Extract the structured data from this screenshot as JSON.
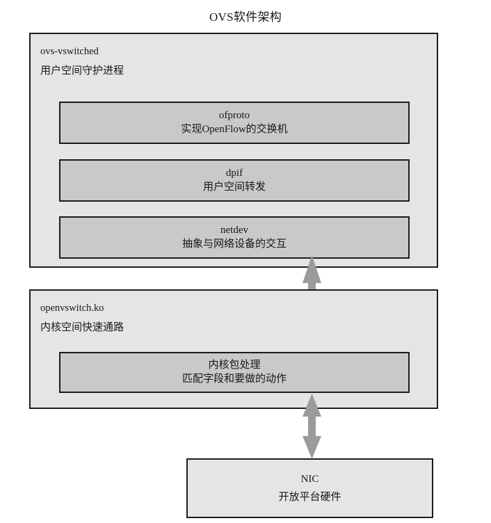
{
  "diagram": {
    "title": "OVS软件架构",
    "type": "layered-architecture",
    "background_color": "#ffffff",
    "layer_fill_color": "#e5e5e5",
    "module_fill_color": "#c9c9c9",
    "border_color": "#231a17",
    "arrow_color": "#9b9b9b"
  },
  "layers": [
    {
      "id": "userspace",
      "name_line1": "ovs-vswitched",
      "name_line2": "用户空间守护进程",
      "modules": [
        {
          "id": "ofproto",
          "title": "ofproto",
          "subtitle": "实现OpenFlow的交换机"
        },
        {
          "id": "dpif",
          "title": "dpif",
          "subtitle": "用户空间转发"
        },
        {
          "id": "netdev",
          "title": "netdev",
          "subtitle": "抽象与网络设备的交互"
        }
      ]
    },
    {
      "id": "kernelspace",
      "name_line1": "openvswitch.ko",
      "name_line2": "内核空间快速通路",
      "modules": [
        {
          "id": "kernel-packet-processing",
          "title": "内核包处理",
          "subtitle": "匹配字段和要做的动作"
        }
      ]
    }
  ],
  "hardware": {
    "id": "nic",
    "title": "NIC",
    "subtitle": "开放平台硬件"
  },
  "connectors": [
    {
      "id": "userspace-to-kernelspace",
      "style": "double-headed-arrow",
      "orientation": "vertical"
    },
    {
      "id": "kernelspace-to-nic",
      "style": "double-headed-arrow",
      "orientation": "vertical"
    }
  ]
}
